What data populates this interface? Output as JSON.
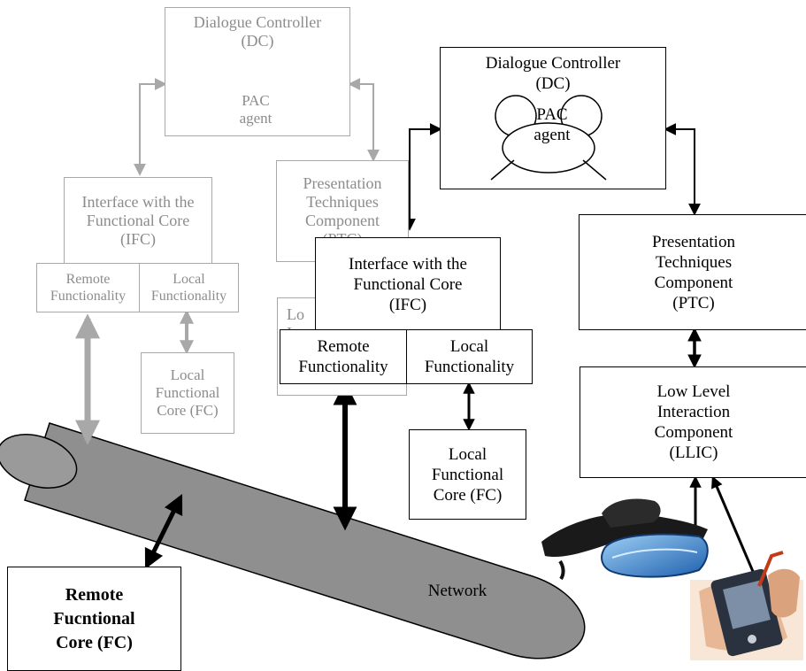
{
  "gray_dc": {
    "title": "Dialogue Controller\n(DC)",
    "agent": "PAC\nagent"
  },
  "gray_ifc": {
    "title": "Interface with the\nFunctional Core\n(IFC)",
    "remote": "Remote\nFunctionality",
    "local": "Local\nFunctionality"
  },
  "gray_local_fc": "Local\nFunctional\nCore (FC)",
  "gray_ptc": "Presentation\nTechniques\nComponent\n(PTC)",
  "gray_llic_fragment": "Lo\nI",
  "dc": {
    "title": "Dialogue Controller\n(DC)",
    "agent": "PAC\nagent"
  },
  "ifc": {
    "title": "Interface with the\nFunctional Core\n(IFC)",
    "remote": "Remote\nFunctionality",
    "local": "Local\nFunctionality"
  },
  "local_fc": "Local\nFunctional\nCore (FC)",
  "ptc": "Presentation\nTechniques\nComponent\n(PTC)",
  "llic": "Low Level\nInteraction\nComponent\n(LLIC)",
  "remote_fc": "Remote\nFucntional\nCore (FC)",
  "network": "Network",
  "colors": {
    "black": "#000000",
    "gray": "#a8a8a8",
    "gray_text": "#8c8c8c",
    "pipe": "#8f8f8f"
  },
  "devices": [
    "head-mounted-display",
    "pda-with-stylus"
  ]
}
